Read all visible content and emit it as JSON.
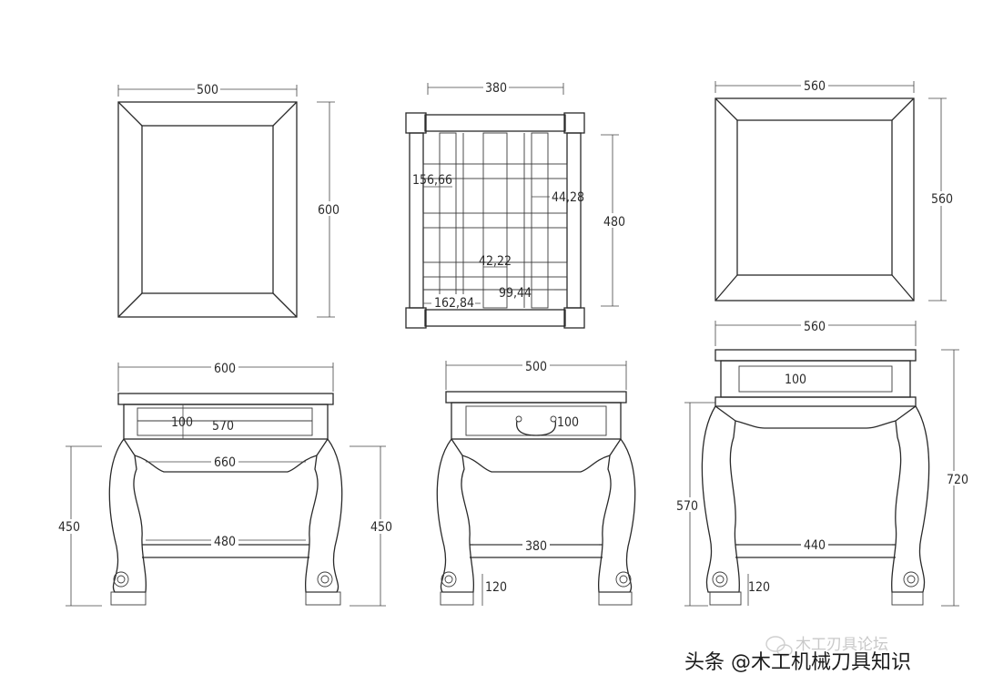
{
  "views": {
    "top_left": {
      "width": "500",
      "height": "600"
    },
    "top_middle": {
      "width": "380",
      "height": "480",
      "slat_a": "156,66",
      "slat_b": "44,28",
      "slat_c": "42,22",
      "slat_d": "99,44",
      "slat_e": "162,84"
    },
    "top_right": {
      "width": "560",
      "height": "560"
    },
    "front": {
      "top": "600",
      "drawer_h": "100",
      "drawer_w": "570",
      "apron": "660",
      "stretcher": "480",
      "left_h": "450",
      "right_h": "450"
    },
    "side": {
      "top": "500",
      "drawer_h": "100",
      "stretcher": "380",
      "foot": "120"
    },
    "section": {
      "top": "560",
      "drawer_h": "100",
      "leg_h": "570",
      "total_h": "720",
      "stretcher": "440",
      "foot": "120"
    }
  },
  "watermark": {
    "faint": "木工刃具论坛",
    "credit": "头条 @木工机械刀具知识"
  }
}
